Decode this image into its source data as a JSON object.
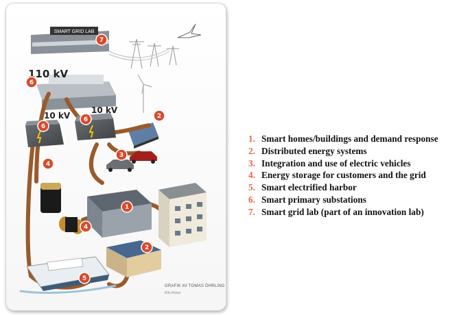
{
  "illustration": {
    "building_sign": "SMART GRID LAB",
    "voltage_labels": [
      "110 kV",
      "10 kV",
      "10 kV"
    ],
    "credit": "GRAFIK AV TOMAS ÖHRLING",
    "credit_sub": "Elfa Rotun",
    "badges": [
      "7",
      "6",
      "6",
      "6",
      "4",
      "2",
      "3",
      "1",
      "4",
      "2",
      "5"
    ]
  },
  "legend": {
    "items": [
      {
        "num": "1.",
        "text": "Smart homes/buildings and demand response"
      },
      {
        "num": "2.",
        "text": "Distributed energy systems"
      },
      {
        "num": "3.",
        "text": "Integration and use of electric vehicles"
      },
      {
        "num": "4.",
        "text": "Energy storage for customers and the grid"
      },
      {
        "num": "5.",
        "text": "Smart electrified harbor"
      },
      {
        "num": "6.",
        "text": "Smart primary substations"
      },
      {
        "num": "7.",
        "text": "Smart grid lab (part of an innovation lab)"
      }
    ]
  },
  "colors": {
    "badge": "#d94a2b",
    "cable": "#9a5a2b",
    "legend_number": "#e8663c"
  }
}
